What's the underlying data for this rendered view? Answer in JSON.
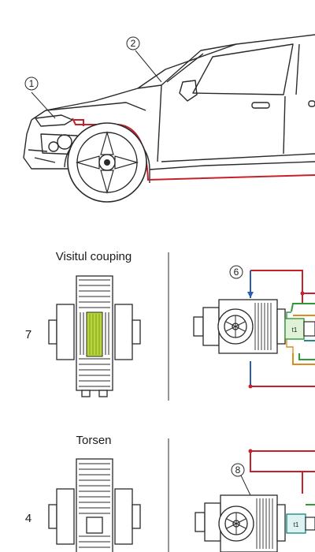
{
  "car_callouts": {
    "c1": "1",
    "c2": "2"
  },
  "panels": {
    "top": {
      "title": "Visitul couping",
      "side_number": "7",
      "callout": "6",
      "chip_label": "t1"
    },
    "bottom": {
      "title": "Torsen",
      "side_number": "4",
      "callout": "8",
      "chip_label": "t1"
    }
  },
  "colors": {
    "line": "#2a2a2a",
    "red": "#c8202a",
    "blue": "#2a5db0",
    "green": "#2f9a3a",
    "orange": "#e08a1e",
    "yellow_green": "#b8d63a",
    "teal": "#1f8a8a"
  }
}
